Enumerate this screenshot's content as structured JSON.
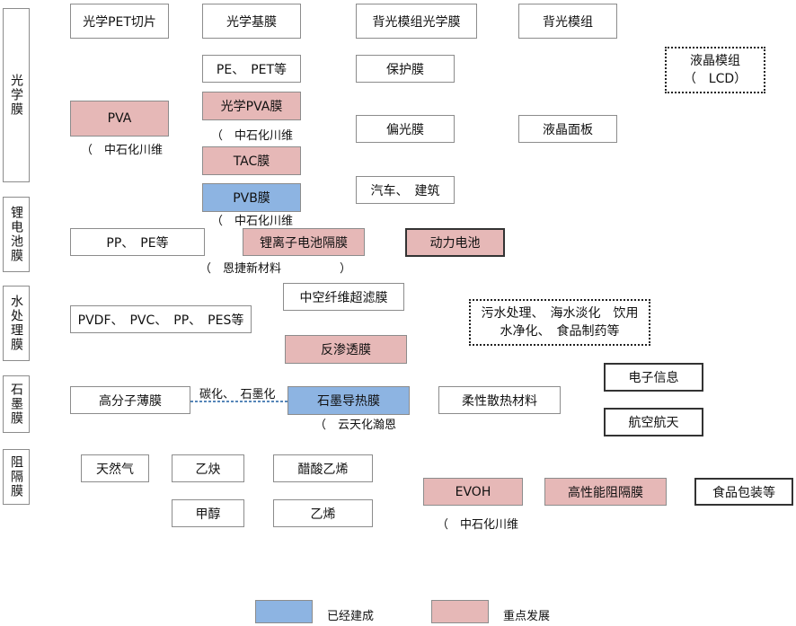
{
  "categories": {
    "optical": "光学膜",
    "lithium": "锂电池膜",
    "water": "水处理膜",
    "graphite": "石墨膜",
    "barrier": "阻隔膜"
  },
  "optical": {
    "pet_chip": "光学PET切片",
    "base_film": "光学基膜",
    "backlight_film": "背光模组光学膜",
    "backlight_module": "背光模组",
    "lcd_line1": "液晶模组",
    "lcd_line2": "（　LCD）",
    "pe_pet": "PE、　PET等",
    "protect_film": "保护膜",
    "pva": "PVA",
    "pva_note": "（　中石化川维",
    "optical_pva": "光学PVA膜",
    "optical_pva_note": "（　中石化川维",
    "polarizer": "偏光膜",
    "lcd_panel": "液晶面板",
    "tac": "TAC膜",
    "pvb": "PVB膜",
    "pvb_note": "（　中石化川维",
    "auto_build": "汽车、　建筑"
  },
  "lithium": {
    "pp_pe": "PP、　PE等",
    "separator": "锂离子电池隔膜",
    "separator_note": "（　恩捷新材料　　　　　）",
    "power_battery": "动力电池"
  },
  "water": {
    "hollow_fiber": "中空纤维超滤膜",
    "pvdf": "PVDF、　PVC、　PP、　PES等",
    "ro": "反渗透膜",
    "apps_line1": "污水处理、　海水淡化　饮用",
    "apps_line2": "水净化、　食品制药等"
  },
  "graphite": {
    "polymer_film": "高分子薄膜",
    "process_label": "碳化、　石墨化",
    "thermal_film": "石墨导热膜",
    "thermal_note": "（　云天化瀚恩",
    "flex_heat": "柔性散热材料",
    "electronics": "电子信息",
    "aerospace": "航空航天"
  },
  "barrier": {
    "natural_gas": "天然气",
    "acetylene": "乙炔",
    "vinyl_acetate": "醋酸乙烯",
    "methanol": "甲醇",
    "ethylene": "乙烯",
    "evoh": "EVOH",
    "evoh_note": "（　中石化川维",
    "high_barrier": "高性能阻隔膜",
    "food_pack": "食品包装等"
  },
  "legend": {
    "built": "已经建成",
    "focus": "重点发展",
    "built_color": "#8db4e2",
    "focus_color": "#e6b8b7"
  }
}
